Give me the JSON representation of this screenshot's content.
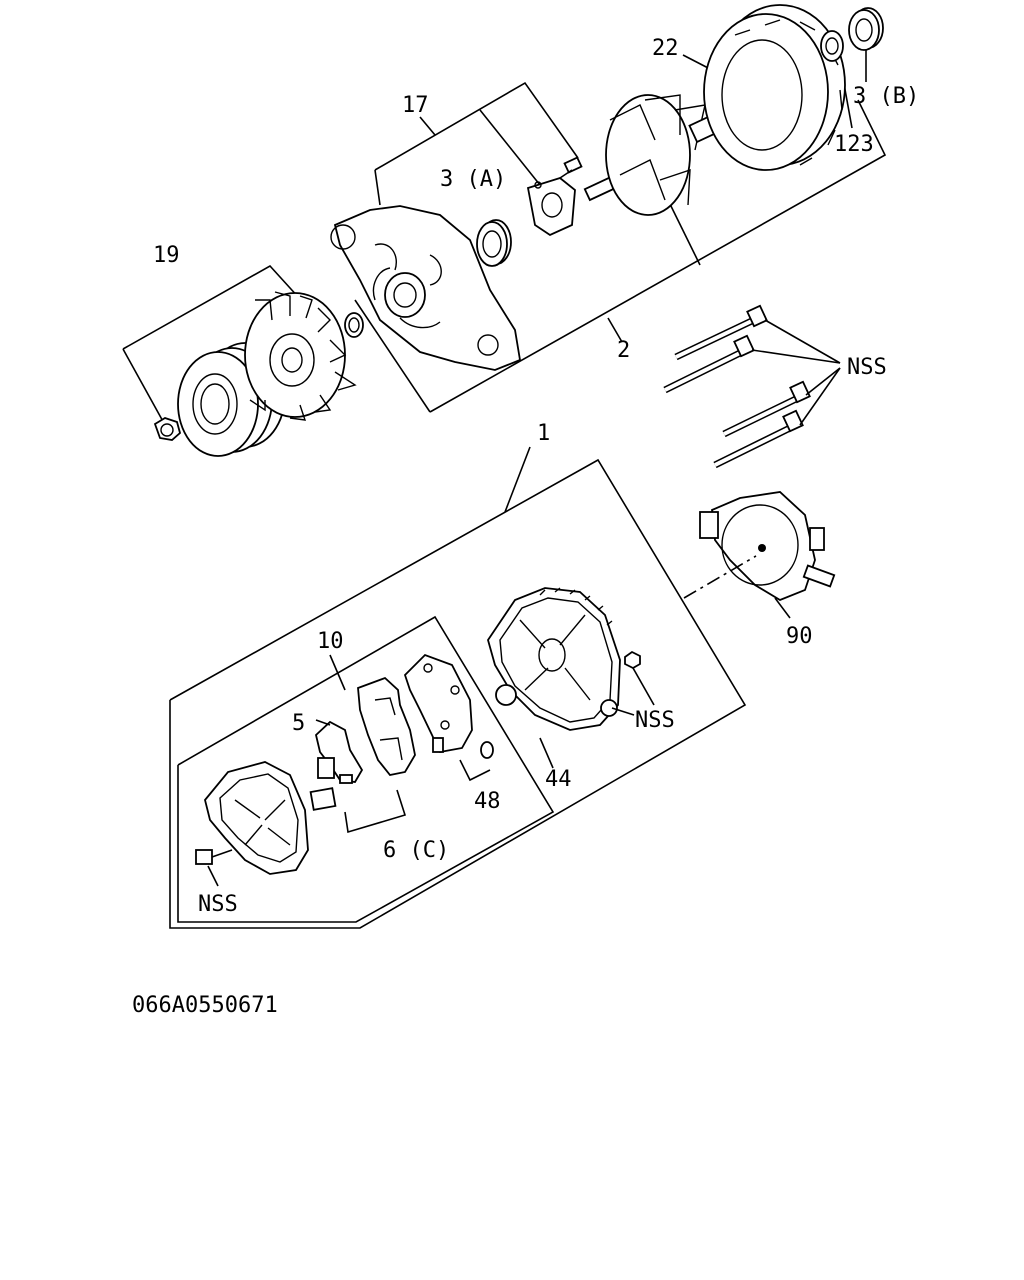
{
  "diagram": {
    "callouts": {
      "c1": "1",
      "c2": "2",
      "c3a": "3 (A)",
      "c3b": "3 (B)",
      "c5": "5",
      "c6c": "6 (C)",
      "c10": "10",
      "c17": "17",
      "c19": "19",
      "c22": "22",
      "c44": "44",
      "c48": "48",
      "c90": "90",
      "c123": "123",
      "nss_bolts": "NSS",
      "nss_nut": "NSS",
      "nss_screw": "NSS"
    },
    "drawing_code": "066A0550671"
  }
}
